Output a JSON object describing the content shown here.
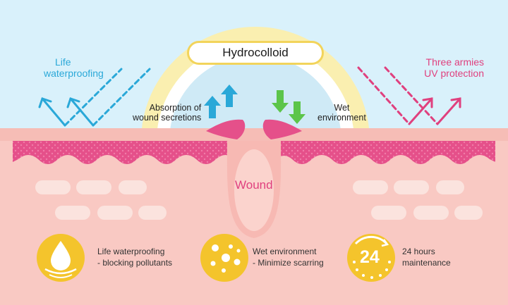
{
  "title": "Hydrocolloid",
  "labels": {
    "left_top": "Life",
    "left_bottom": "waterproofing",
    "right_top": "Three armies",
    "right_bottom": "UV protection",
    "absorption_line1": "Absorption of",
    "absorption_line2": "wound secretions",
    "wet_line1": "Wet",
    "wet_line2": "environment",
    "wound": "Wound"
  },
  "features": [
    {
      "icon": "water-drop-icon",
      "line1": "Life waterproofing",
      "line2": "- blocking pollutants"
    },
    {
      "icon": "bubbles-icon",
      "line1": "Wet environment",
      "line2": "- Minimize scarring"
    },
    {
      "icon": "clock-24-icon",
      "line1": "24 hours",
      "line2": "maintenance"
    }
  ],
  "badge_number": "24",
  "colors": {
    "sky": "#d9f1fb",
    "skin": "#f9c9c3",
    "skin_deep": "#f4b2ab",
    "epidermis": "#e5508a",
    "accent_blue": "#2aa8d8",
    "accent_pink": "#e0407e",
    "arrow_green": "#5cc54a",
    "badge_yellow": "#f4c42c",
    "title_border": "#f2d45b"
  }
}
